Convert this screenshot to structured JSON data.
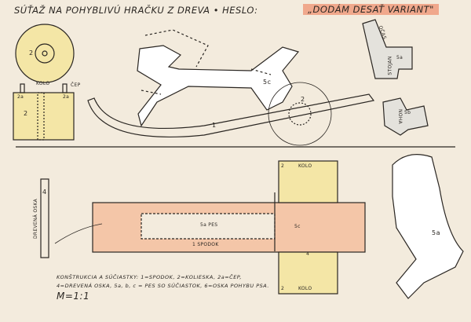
{
  "title": "SÚŤAŽ NA POHYBLIVÚ HRAČKU Z DREVA • HESLO:",
  "motto": "„DODÁM DESAŤ VARIANT\"",
  "labels": {
    "wheel_num": "2",
    "kolo": "KOLO",
    "cep": "ČEP",
    "cep_num_left": "2a",
    "cep_num_right": "2a",
    "block_num": "2",
    "body_num": "5c",
    "base_num": "1",
    "wheel_side_num": "2",
    "tail": "OČAS",
    "stand": "STOJAN",
    "stand_num": "5a",
    "leg": "NOHA",
    "leg_num": "5b",
    "axle": "DREVENÁ OSKA",
    "axle_num": "4",
    "base_top": "1 SPODOK",
    "dog_top": "5a PES",
    "wheel_top_num": "2",
    "wheel_top_label": "KOLO",
    "wheel_bottom_num": "2",
    "wheel_bottom_label": "KOLO",
    "axle_top_num": "4",
    "part_5c": "5c",
    "part_5a": "5a"
  },
  "notes": [
    "KONŠTRUKCIA A SÚČIASTKY: 1=SPODOK, 2=KOLIESKA, 2a=ČEP,",
    "4=DREVENÁ OSKA, 5a, b, c = PES SO SÚČIASTOK, 6=OSKA POHYBU PSA."
  ],
  "scale": "M=1:1",
  "colors": {
    "yellow": "#f4e6a6",
    "pink": "#f4c6a8",
    "gray": "#e4e2dc",
    "paper": "#f3ebdd"
  }
}
